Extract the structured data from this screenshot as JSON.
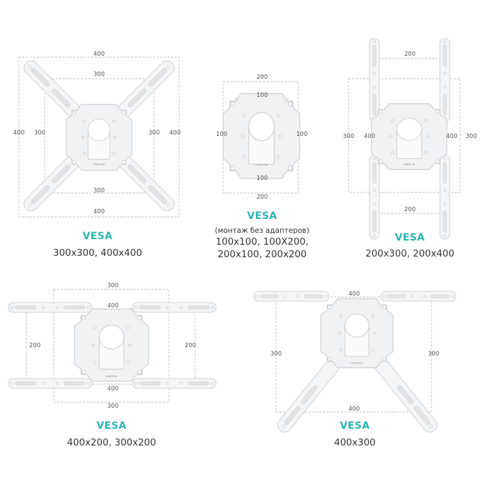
{
  "brand": "ONKRON",
  "panels": [
    {
      "id": "x-arms",
      "dims": {
        "top_outer": "400",
        "top_inner": "300",
        "bottom_inner": "300",
        "bottom_outer": "400",
        "left_outer": "400",
        "left_inner": "300",
        "right_inner": "300",
        "right_outer": "400"
      },
      "caption_accent": "VESA",
      "caption_lines": [
        "300x300, 400x400"
      ]
    },
    {
      "id": "plate-only",
      "dims": {
        "top_outer": "200",
        "top_inner": "100",
        "bottom_inner": "100",
        "bottom_outer": "200",
        "left": "100",
        "right": "100"
      },
      "caption_accent": "VESA",
      "caption_small": "(монтаж без адаптеров)",
      "caption_lines": [
        "100x100, 100X200,",
        "200x100, 200x200"
      ]
    },
    {
      "id": "vertical-bars",
      "dims": {
        "top": "200",
        "bottom": "200",
        "left": "300",
        "inner_left": "400",
        "inner_right": "400",
        "right": "300"
      },
      "caption_accent": "VESA",
      "caption_lines": [
        "200x300, 200x400"
      ]
    },
    {
      "id": "horizontal-bars",
      "dims": {
        "top_outer": "300",
        "top_inner": "400",
        "bottom_inner": "400",
        "bottom_outer": "300",
        "left": "200",
        "right": "200"
      },
      "caption_accent": "VESA",
      "caption_lines": [
        "400x200, 300x200"
      ]
    },
    {
      "id": "trapezoid",
      "dims": {
        "top": "400",
        "bottom": "400",
        "left": "300",
        "right": "300"
      },
      "caption_accent": "VESA",
      "caption_lines": [
        "400x300"
      ]
    }
  ]
}
